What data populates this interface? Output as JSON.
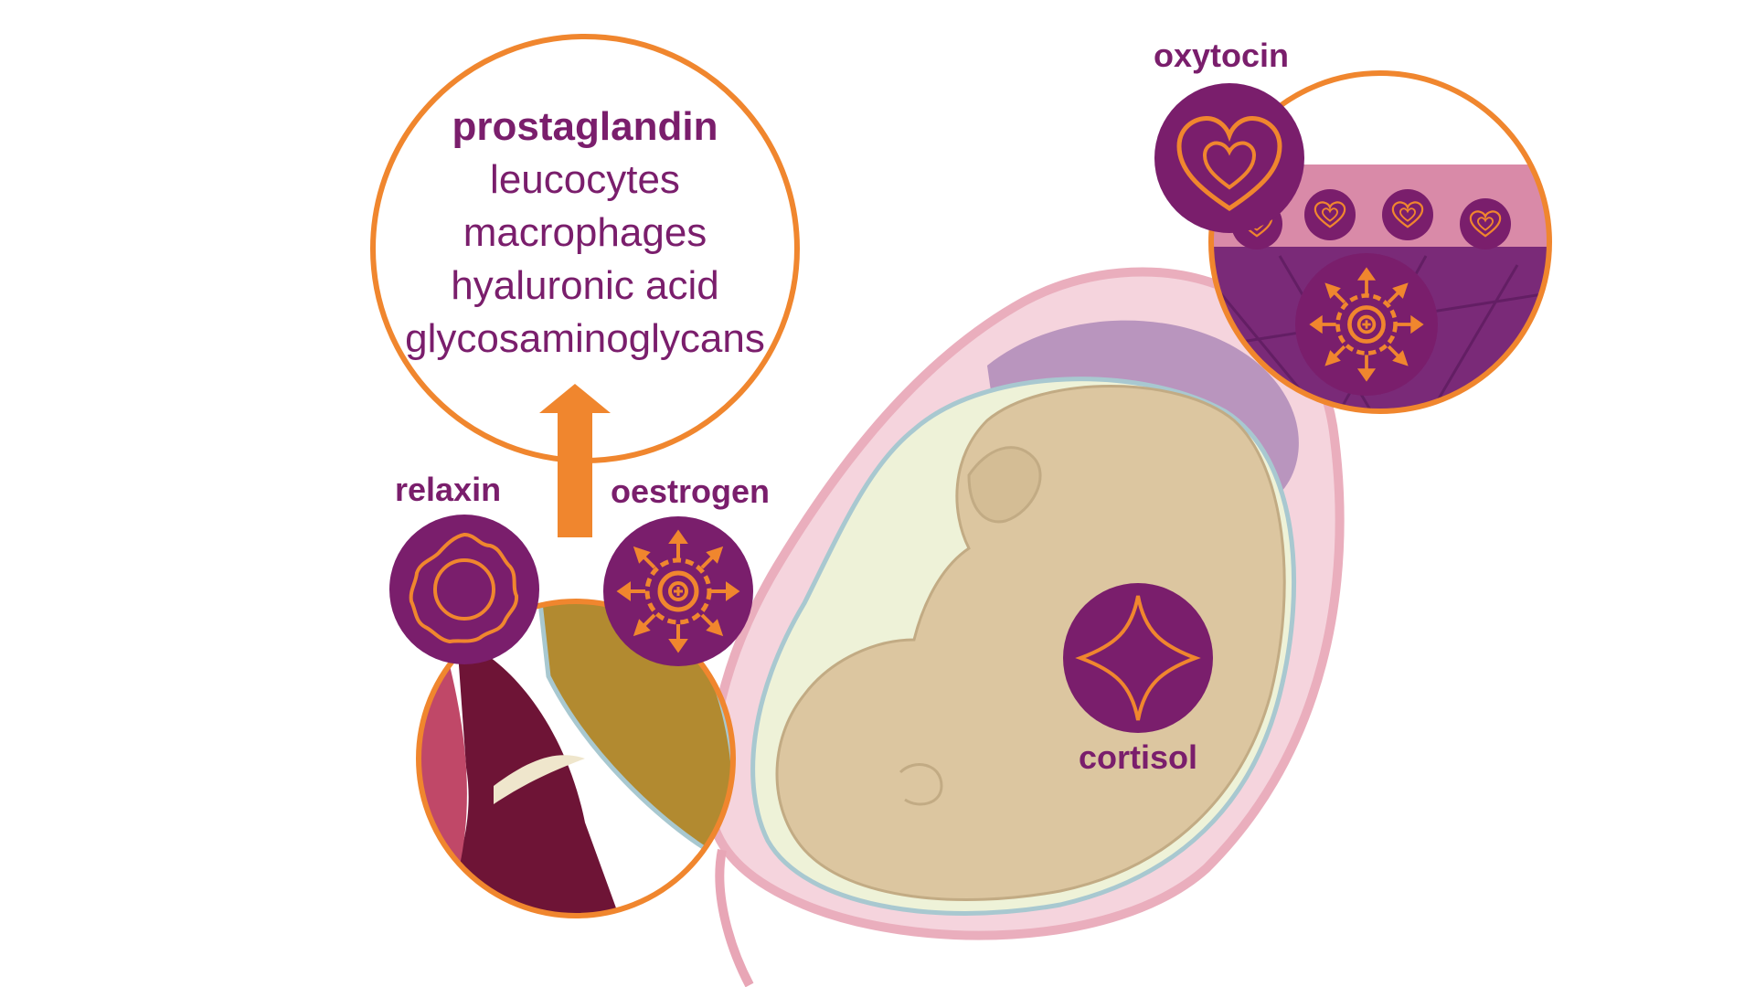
{
  "colors": {
    "orange": "#f0862e",
    "purple": "#7a1e6c",
    "purple_dark": "#5e1553",
    "skin": "#dcc6a0",
    "amniotic": "#eef2d8",
    "uterus_pink": "#e8a6b6",
    "uterus_purple": "#a07ab0",
    "cervix": "#b28a30",
    "tissue_dark": "#6e1436"
  },
  "info_circle": {
    "title": "prostaglandin",
    "items": [
      "leucocytes",
      "macrophages",
      "hyaluronic acid",
      "glycosaminoglycans"
    ]
  },
  "labels": {
    "relaxin": "relaxin",
    "oestrogen": "oestrogen",
    "oxytocin": "oxytocin",
    "cortisol": "cortisol"
  },
  "icons": {
    "relaxin": "flower-ring-icon",
    "oestrogen": "radiating-target-icon",
    "oxytocin": "double-heart-icon",
    "cortisol": "four-point-star-icon",
    "small_receptors": "heart-receptor-icon"
  }
}
